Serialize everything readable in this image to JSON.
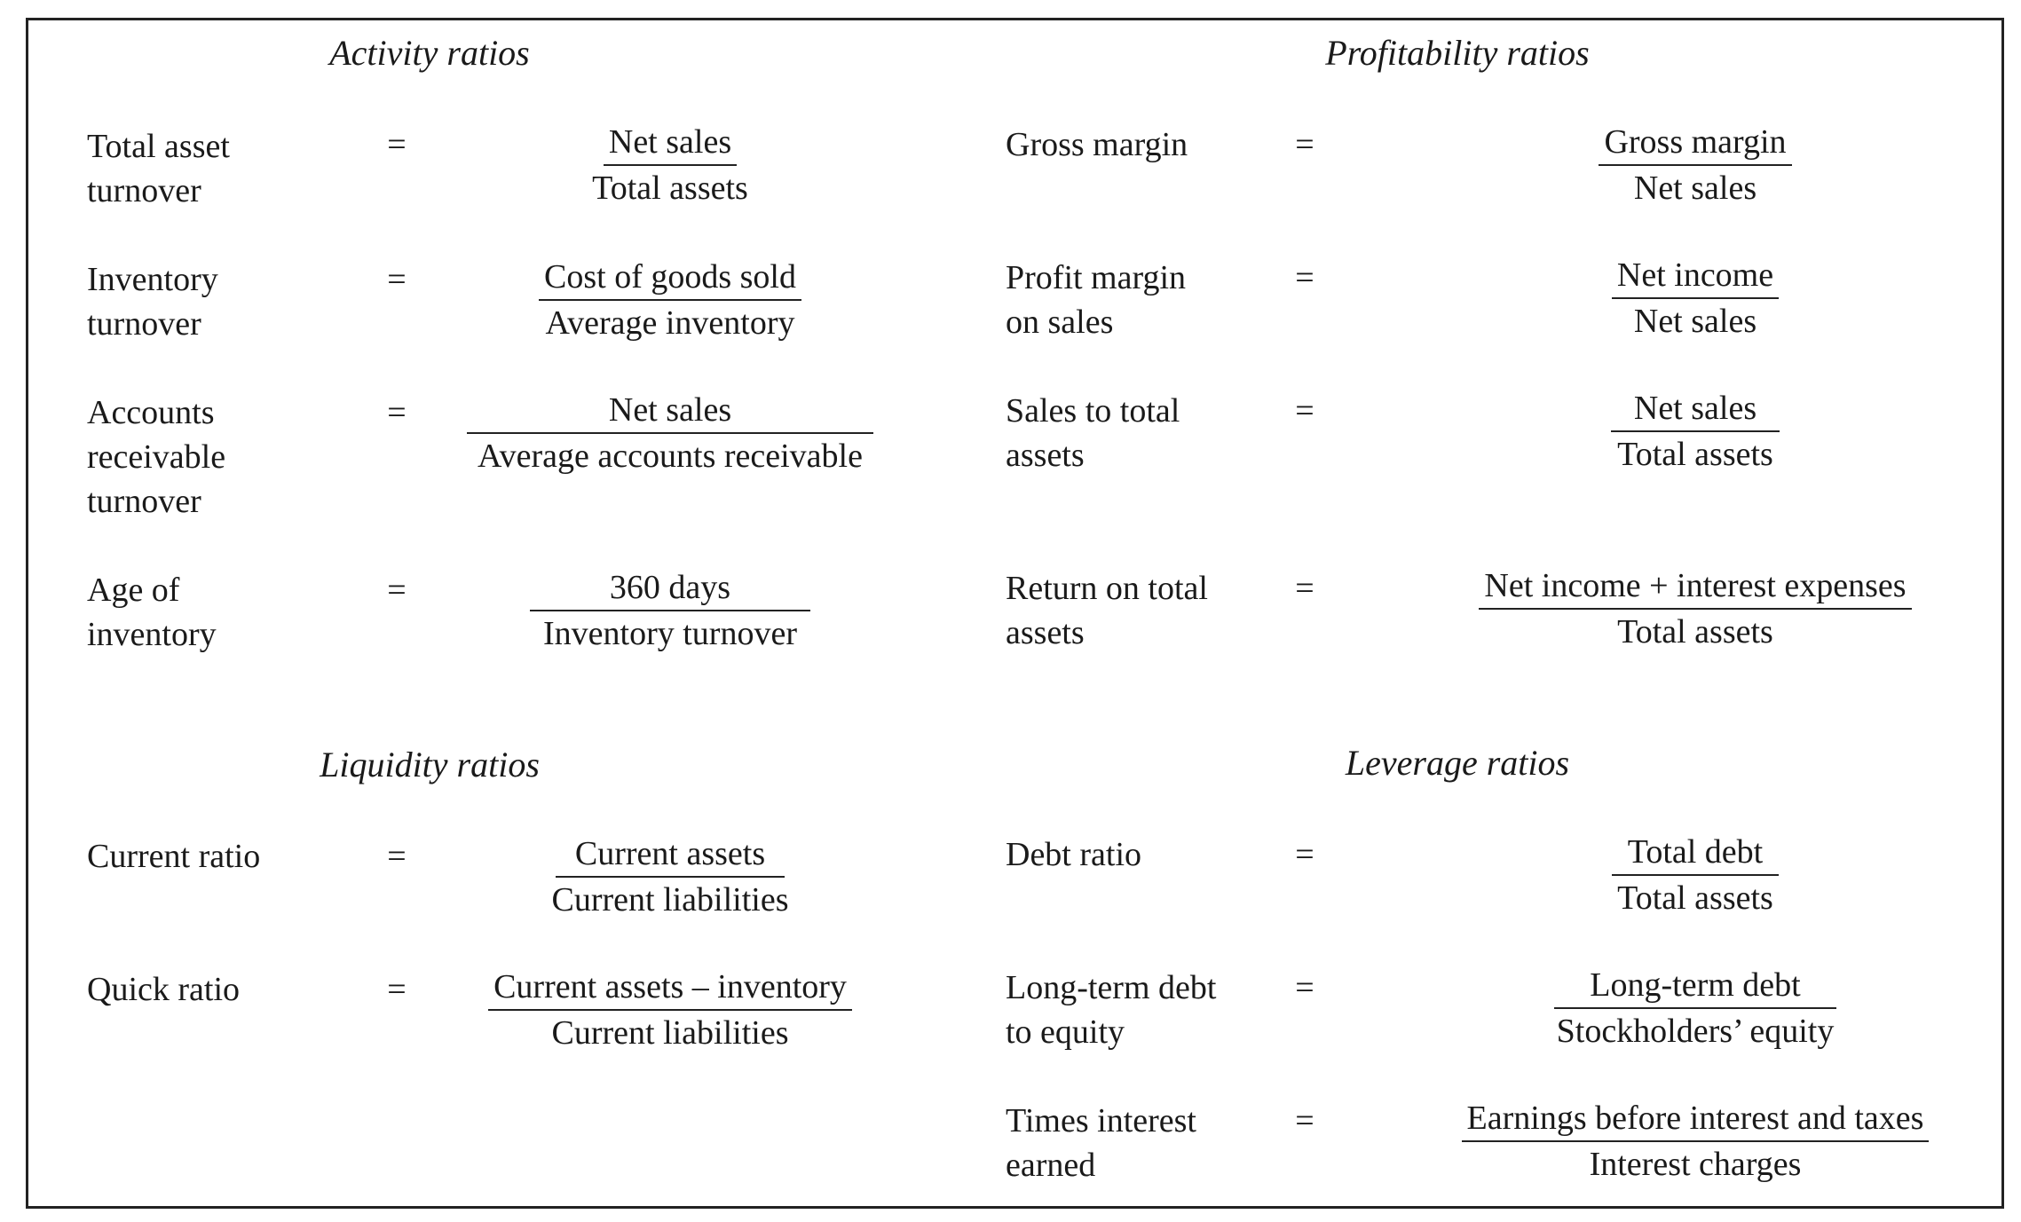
{
  "sections": {
    "activity": {
      "title": "Activity ratios",
      "rows": [
        {
          "label": "Total asset turnover",
          "eq": "=",
          "num": "Net sales",
          "den": "Total assets"
        },
        {
          "label": "Inventory turnover",
          "eq": "=",
          "num": "Cost of goods sold",
          "den": "Average inventory"
        },
        {
          "label": "Accounts receivable turnover",
          "eq": "=",
          "num": "Net sales",
          "den": "Average accounts receivable"
        },
        {
          "label": "Age of inventory",
          "eq": "=",
          "num": "360 days",
          "den": "Inventory turnover"
        }
      ]
    },
    "profitability": {
      "title": "Profitability ratios",
      "rows": [
        {
          "label": "Gross margin",
          "eq": "=",
          "num": "Gross margin",
          "den": "Net sales"
        },
        {
          "label": "Profit margin on sales",
          "eq": "=",
          "num": "Net income",
          "den": "Net sales"
        },
        {
          "label": "Sales to total assets",
          "eq": "=",
          "num": "Net sales",
          "den": "Total assets"
        },
        {
          "label": "Return on total assets",
          "eq": "=",
          "num": "Net income + interest expenses",
          "den": "Total assets"
        }
      ]
    },
    "liquidity": {
      "title": "Liquidity ratios",
      "rows": [
        {
          "label": "Current ratio",
          "eq": "=",
          "num": "Current assets",
          "den": "Current liabilities"
        },
        {
          "label": "Quick ratio",
          "eq": "=",
          "num": "Current assets – inventory",
          "den": "Current liabilities"
        }
      ]
    },
    "leverage": {
      "title": "Leverage ratios",
      "rows": [
        {
          "label": "Debt ratio",
          "eq": "=",
          "num": "Total debt",
          "den": "Total assets"
        },
        {
          "label": "Long-term debt to equity",
          "eq": "=",
          "num": "Long-term debt",
          "den": "Stockholders’ equity"
        },
        {
          "label": "Times interest earned",
          "eq": "=",
          "num": "Earnings before interest and taxes",
          "den": "Interest charges"
        }
      ]
    }
  }
}
